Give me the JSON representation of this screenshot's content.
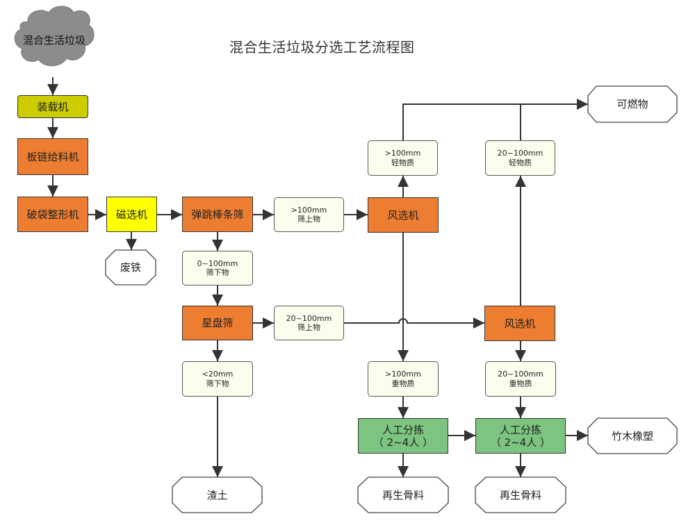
{
  "title": "混合生活垃圾分选工艺流程图",
  "colors": {
    "cloud": "#8C8C8C",
    "loader": "#CCCC00",
    "process": "#ED7D31",
    "magnet": "#FFFF00",
    "manual": "#7CC47F",
    "note": "#FDFDEE",
    "line": "#333333"
  },
  "nodes": {
    "source": "混合生活垃圾",
    "loader": "装载机",
    "chain_feeder": "板链给料机",
    "bag_breaker": "破袋整形机",
    "magnetic_separator": "磁选机",
    "bounce_screen": "弹跳棒条筛",
    "air_separator_1": "风选机",
    "star_screen": "星盘筛",
    "air_separator_2": "风选机",
    "manual_sort_1": {
      "line1": "人工分拣",
      "line2": "（ 2~4人 ）"
    },
    "manual_sort_2": {
      "line1": "人工分拣",
      "line2": "（ 2~4人 ）"
    }
  },
  "notes": {
    "bounce_over": {
      "size": ">100mm",
      "desc": "筛上物"
    },
    "bounce_under": {
      "size": "0~100mm",
      "desc": "筛下物"
    },
    "star_over": {
      "size": "20~100mm",
      "desc": "筛上物"
    },
    "star_under": {
      "size": "<20mm",
      "desc": "筛下物"
    },
    "air1_light": {
      "size": ">100mm",
      "desc": "轻物质"
    },
    "air2_light": {
      "size": "20~100mm",
      "desc": "轻物质"
    },
    "air1_heavy": {
      "size": ">100mm",
      "desc": "重物质"
    },
    "air2_heavy": {
      "size": "20~100mm",
      "desc": "重物质"
    }
  },
  "outputs": {
    "scrap_iron": "废铁",
    "combustibles": "可燃物",
    "residue_soil": "渣土",
    "recycled_aggregate_1": "再生骨料",
    "recycled_aggregate_2": "再生骨料",
    "bamboo_wood_rubber_plastic": "竹木橡塑"
  }
}
